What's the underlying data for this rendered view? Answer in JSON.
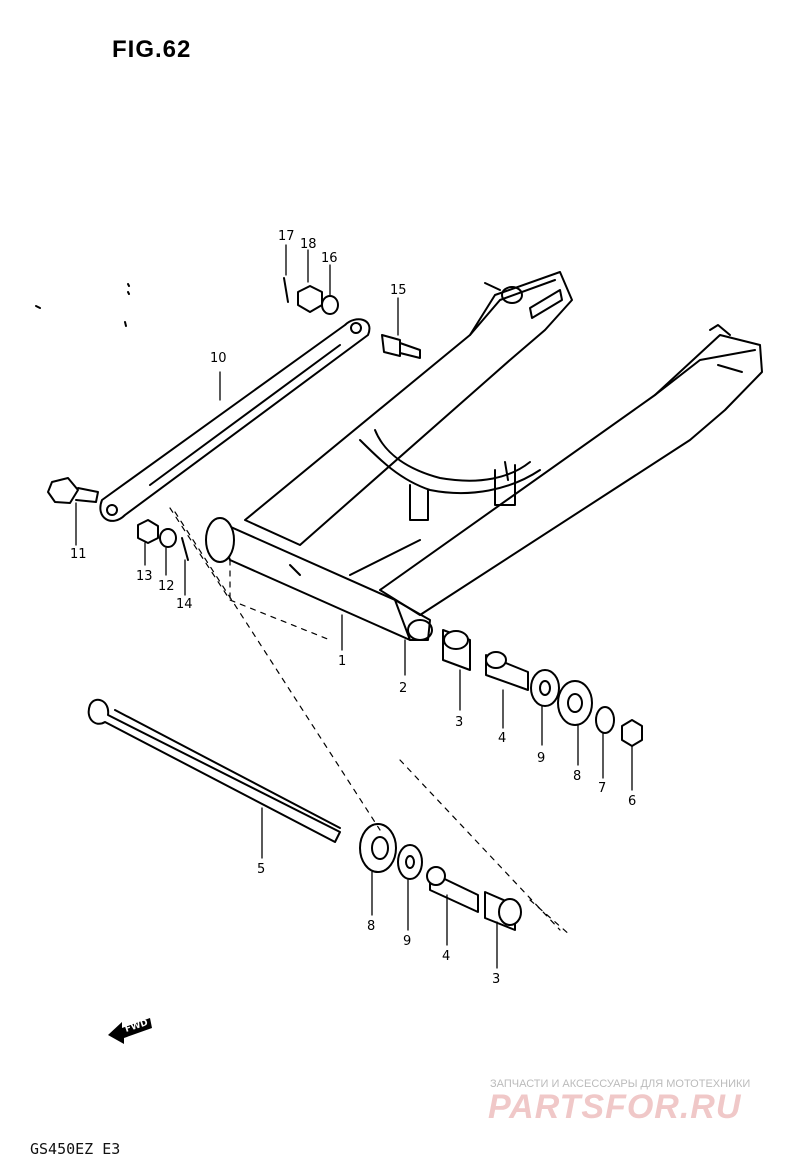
{
  "figure": {
    "title": "FIG.62",
    "model": "GS450EZ E3"
  },
  "fwd_label": "FWD",
  "watermark": {
    "tagline": "ЗАПЧАСТИ И АКСЕССУАРЫ ДЛЯ МОТОТЕХНИКИ",
    "brand": "PARTSFOR.RU"
  },
  "callouts": [
    {
      "id": "c1",
      "text": "1"
    },
    {
      "id": "c2",
      "text": "2"
    },
    {
      "id": "c3a",
      "text": "3"
    },
    {
      "id": "c4a",
      "text": "4"
    },
    {
      "id": "c9a",
      "text": "9"
    },
    {
      "id": "c8a",
      "text": "8"
    },
    {
      "id": "c7",
      "text": "7"
    },
    {
      "id": "c6",
      "text": "6"
    },
    {
      "id": "c5",
      "text": "5"
    },
    {
      "id": "c8b",
      "text": "8"
    },
    {
      "id": "c9b",
      "text": "9"
    },
    {
      "id": "c4b",
      "text": "4"
    },
    {
      "id": "c3b",
      "text": "3"
    },
    {
      "id": "c10",
      "text": "10"
    },
    {
      "id": "c11",
      "text": "11"
    },
    {
      "id": "c12",
      "text": "12"
    },
    {
      "id": "c13",
      "text": "13"
    },
    {
      "id": "c14",
      "text": "14"
    },
    {
      "id": "c15",
      "text": "15"
    },
    {
      "id": "c16",
      "text": "16"
    },
    {
      "id": "c17",
      "text": "17"
    },
    {
      "id": "c18",
      "text": "18"
    }
  ]
}
